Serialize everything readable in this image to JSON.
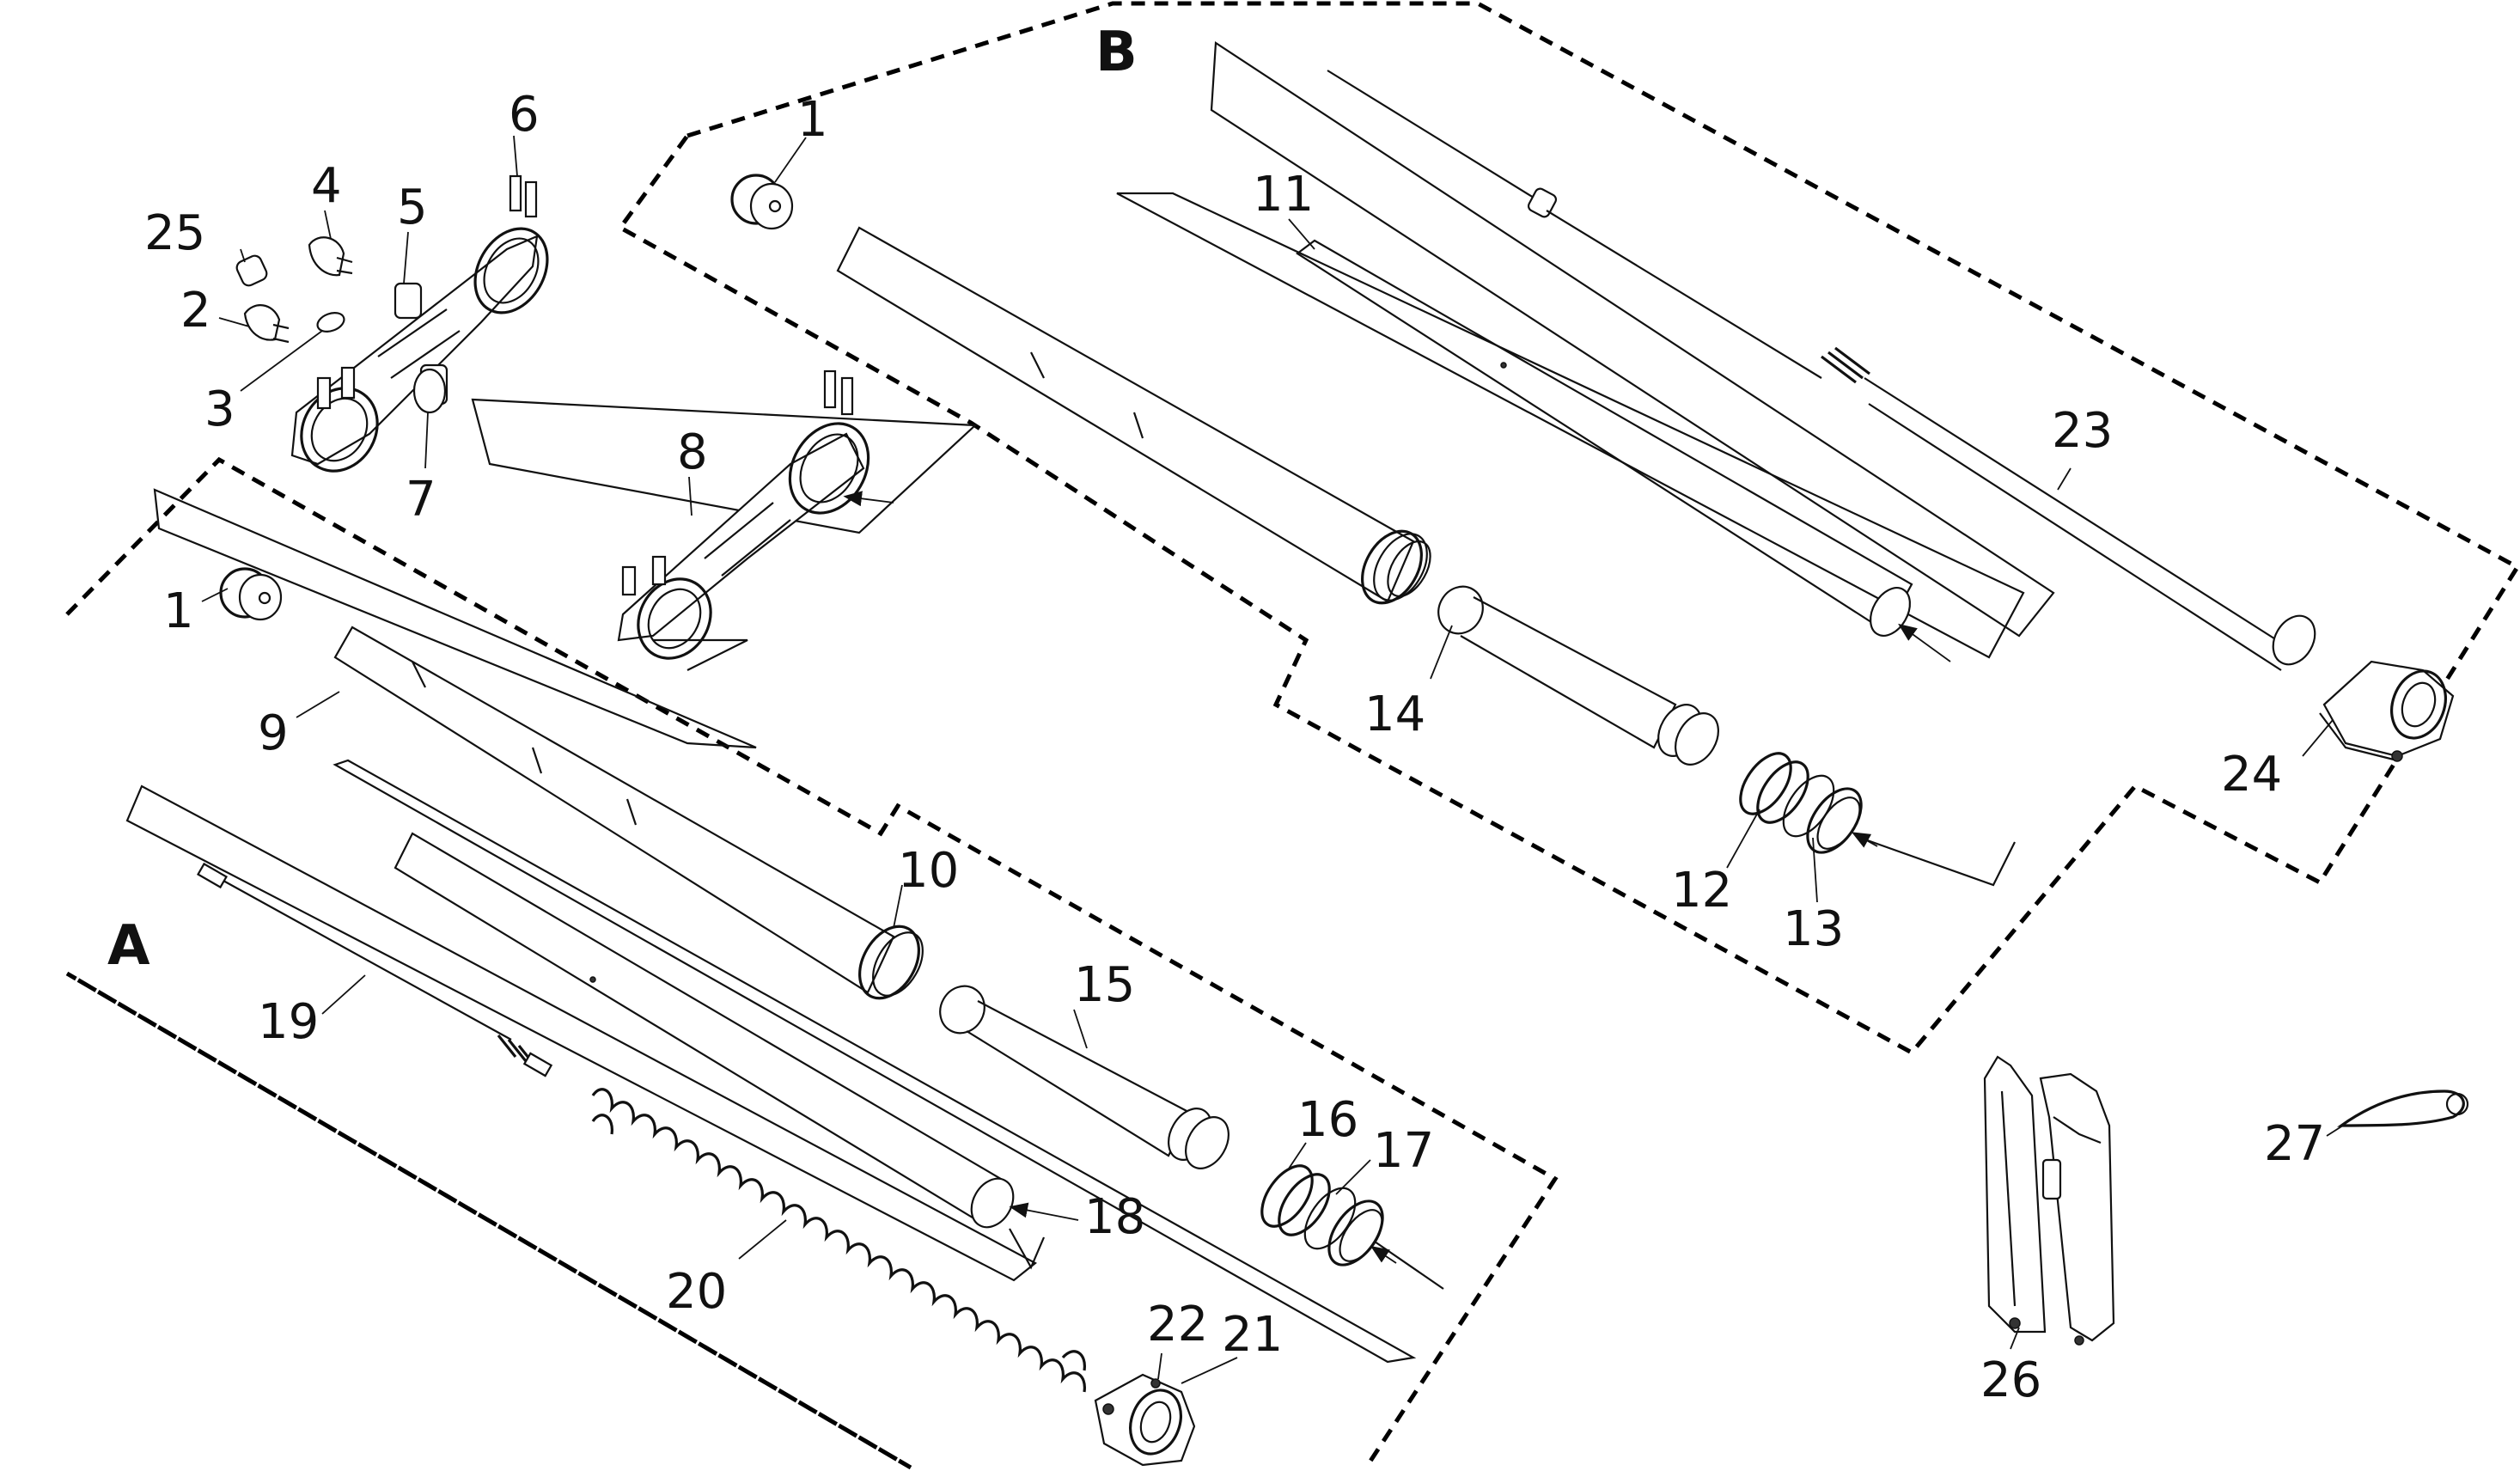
{
  "groups": {
    "a": "A",
    "b": "B"
  },
  "callouts": {
    "c1_top": "1",
    "c1_left": "1",
    "c2": "2",
    "c3": "3",
    "c4": "4",
    "c5": "5",
    "c6": "6",
    "c7": "7",
    "c8": "8",
    "c9": "9",
    "c10": "10",
    "c11": "11",
    "c12": "12",
    "c13": "13",
    "c14": "14",
    "c15": "15",
    "c16": "16",
    "c17": "17",
    "c18": "18",
    "c19": "19",
    "c20": "20",
    "c21": "21",
    "c22": "22",
    "c23": "23",
    "c24": "24",
    "c25": "25",
    "c26": "26",
    "c27": "27"
  }
}
